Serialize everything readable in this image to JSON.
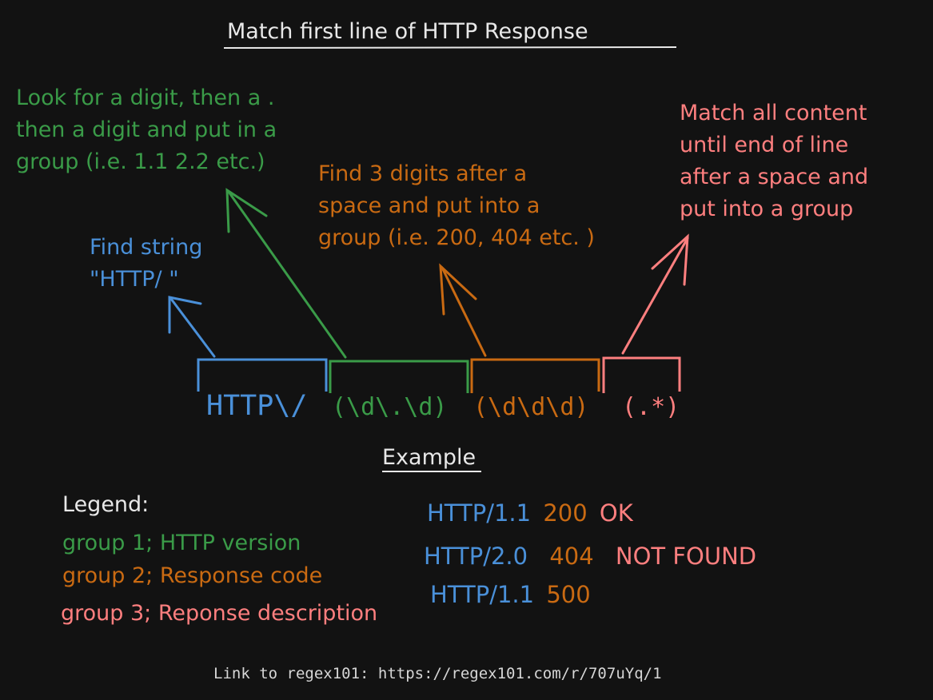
{
  "title": "Match first line of HTTP Response",
  "colors": {
    "background": "#121212",
    "blue": "#4a90d9",
    "green": "#3a9b48",
    "orange": "#c96a12",
    "red": "#ff7f7f",
    "text": "#e8e8e8"
  },
  "annotations": {
    "blue": "Find string\n\"HTTP/ \"",
    "green": "Look for a digit, then a .\nthen a digit and put in a\ngroup (i.e. 1.1 2.2 etc.)",
    "orange": "Find 3 digits after a\nspace and put into a\ngroup (i.e. 200, 404 etc. )",
    "red": "Match all content\nuntil end of line\nafter a space and\nput into a group"
  },
  "regex": {
    "part1": "HTTP\\/",
    "part2": "(\\d\\.\\d)",
    "part3": "(\\d\\d\\d)",
    "part4": "(.*)"
  },
  "example": {
    "heading": "Example",
    "lines": [
      {
        "version": "HTTP/1.1",
        "code": "200",
        "desc": "OK"
      },
      {
        "version": "HTTP/2.0",
        "code": "404",
        "desc": "NOT FOUND"
      },
      {
        "version": "HTTP/1.1",
        "code": "500",
        "desc": ""
      }
    ]
  },
  "legend": {
    "heading": "Legend:",
    "items": [
      "group 1; HTTP version",
      "group 2; Response code",
      "group 3; Reponse description"
    ]
  },
  "footer": "Link to regex101: https://regex101.com/r/707uYq/1"
}
